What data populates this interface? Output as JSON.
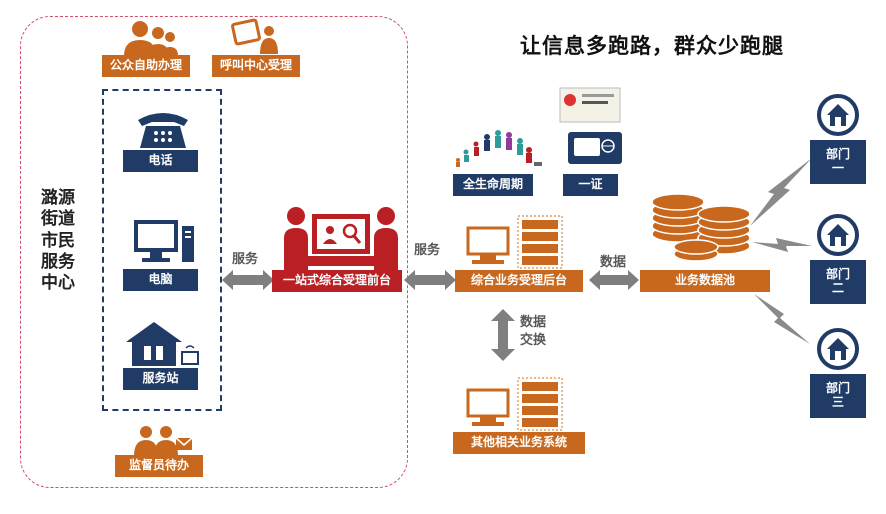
{
  "title": "让信息多跑路，群众少跑腿",
  "service_center": {
    "name_lines": [
      "潞源",
      "街道",
      "市民",
      "服务",
      "中心"
    ]
  },
  "top_channels": [
    {
      "label": "公众自助办理",
      "icon": "people-icon"
    },
    {
      "label": "呼叫中心受理",
      "icon": "tablet-person-icon"
    }
  ],
  "channels": [
    {
      "label": "电话",
      "icon": "telephone-icon"
    },
    {
      "label": "电脑",
      "icon": "computer-icon"
    },
    {
      "label": "服务站",
      "icon": "house-icon"
    }
  ],
  "supervisor": {
    "label": "监督员待办",
    "icon": "staff-icon"
  },
  "front_desk": {
    "label": "一站式综合受理前台",
    "icon": "reception-icon"
  },
  "backend": {
    "label": "综合业务受理后台",
    "icon": "computer-server-icon"
  },
  "lifecycle": {
    "label": "全生命周期",
    "icon": "lifecycle-people-icon"
  },
  "one_card": {
    "label": "一证",
    "icon": "id-card-icon"
  },
  "data_pool": {
    "label": "业务数据池",
    "icon": "database-icon"
  },
  "other_systems": {
    "label": "其他相关业务系统",
    "icon": "computer-server-icon"
  },
  "connectors": {
    "service_left": "服务",
    "service_right": "服务",
    "data": "数据",
    "data_exchange_lines": [
      "数据",
      "交换"
    ]
  },
  "departments": [
    {
      "lines": [
        "部门",
        "一"
      ]
    },
    {
      "lines": [
        "部门",
        "二"
      ]
    },
    {
      "lines": [
        "部门",
        "三"
      ]
    }
  ],
  "colors": {
    "navy": "#1f3b66",
    "orange": "#c8681e",
    "red": "#b91f23",
    "arrow_gray": "#7f7f7f"
  }
}
